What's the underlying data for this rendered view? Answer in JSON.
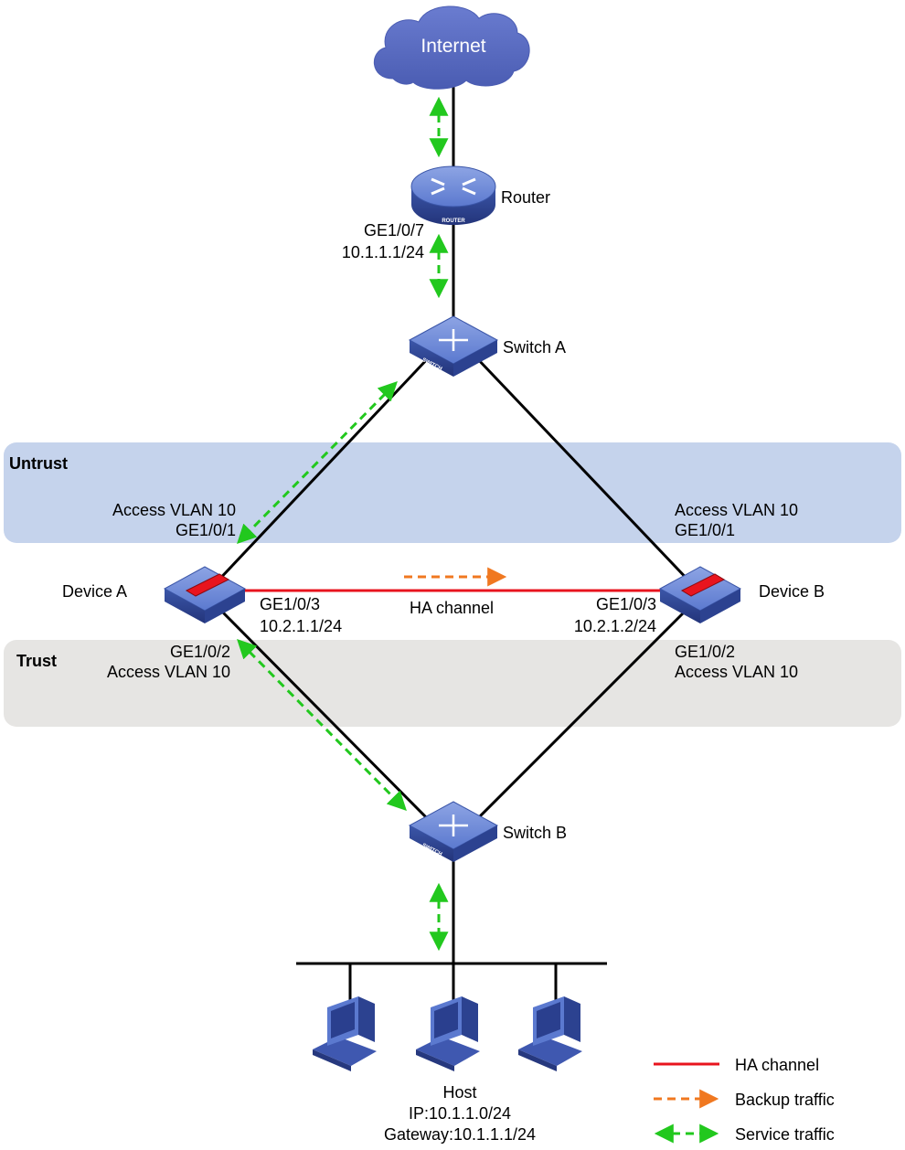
{
  "zones": {
    "untrust": "Untrust",
    "trust": "Trust"
  },
  "internet": {
    "label": "Internet"
  },
  "router": {
    "label": "Router",
    "badge": "ROUTER",
    "port": "GE1/0/7",
    "ip": "10.1.1.1/24"
  },
  "switch_a": {
    "label": "Switch A",
    "badge": "SWITCH"
  },
  "switch_b": {
    "label": "Switch B",
    "badge": "SWITCH"
  },
  "device_a": {
    "label": "Device A",
    "untrust_vlan": "Access  VLAN 10",
    "untrust_port": "GE1/0/1",
    "ha_port": "GE1/0/3",
    "ha_ip": "10.2.1.1/24",
    "trust_port": "GE1/0/2",
    "trust_vlan": "Access  VLAN 10"
  },
  "device_b": {
    "label": "Device B",
    "untrust_vlan": "Access  VLAN 10",
    "untrust_port": "GE1/0/1",
    "ha_port": "GE1/0/3",
    "ha_ip": "10.2.1.2/24",
    "trust_port": "GE1/0/2",
    "trust_vlan": "Access  VLAN 10"
  },
  "ha_channel_label": "HA channel",
  "host": {
    "label": "Host",
    "ip": "IP:10.1.1.0/24",
    "gateway": "Gateway:10.1.1.1/24"
  },
  "legend": [
    {
      "label": "HA channel",
      "color": "#e8141e",
      "style": "solid"
    },
    {
      "label": "Backup traffic",
      "color": "#f07820",
      "style": "dashed-arrow"
    },
    {
      "label": "Service traffic",
      "color": "#22c81e",
      "style": "dashed-double-arrow"
    }
  ],
  "colors": {
    "untrust_zone": "#c5d3ec",
    "trust_zone": "#e6e5e3",
    "ha_channel": "#e8141e",
    "backup_traffic": "#f07820",
    "service_traffic": "#22c81e",
    "device_blue": "#3f5db8",
    "cloud": "#5668bd"
  }
}
